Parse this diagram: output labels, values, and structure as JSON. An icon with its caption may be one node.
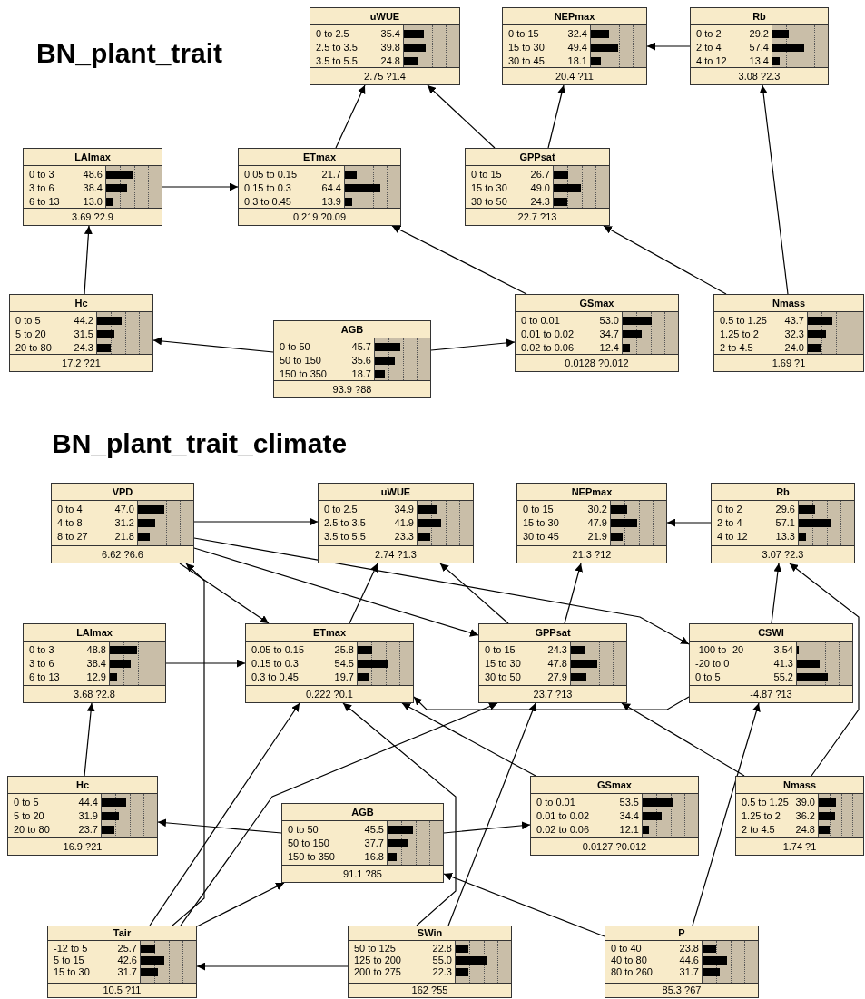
{
  "diagram": {
    "nodes": [
      {
        "text": [
          "uWUE",
          "0 to 2.5",
          "35.4",
          "2.5 to 3.5",
          "39.8",
          "3.5 to 5.5",
          "24.8",
          "2.75 ?1.4"
        ]
      },
      {
        "text": [
          "NEPmax",
          "0 to 15",
          "32.4",
          "15 to 30",
          "49.4",
          "30 to 45",
          "18.1",
          "20.4 ?11"
        ]
      },
      {
        "text": [
          "Rb",
          "0 to 2",
          "29.2",
          "2 to 4",
          "57.4",
          "4 to 12",
          "13.4",
          "3.08 ?2.3"
        ]
      },
      {
        "text": [
          "LAImax",
          "0 to 3",
          "48.6",
          "3 to 6",
          "38.4",
          "6 to 13",
          "13.0",
          "3.69 ?2.9"
        ]
      },
      {
        "text": [
          "ETmax",
          "0.05 to 0.15",
          "21.7",
          "0.15 to 0.3",
          "64.4",
          "0.3 to 0.45",
          "13.9",
          "0.219 ?0.09"
        ]
      },
      {
        "text": [
          "GPPsat",
          "0 to 15",
          "26.7",
          "15 to 30",
          "49.0",
          "30 to 50",
          "24.3",
          "22.7 ?13"
        ]
      },
      {
        "text": [
          "Hc",
          "0 to 5",
          "44.2",
          "5 to 20",
          "31.5",
          "20 to 80",
          "24.3",
          "17.2 ?21"
        ]
      },
      {
        "text": [
          "AGB",
          "0 to 50",
          "45.7",
          "50 to 150",
          "35.6",
          "150 to 350",
          "18.7",
          "93.9 ?88"
        ]
      },
      {
        "text": [
          "GSmax",
          "0 to 0.01",
          "53.0",
          "0.01 to 0.02",
          "34.7",
          "0.02 to 0.06",
          "12.4",
          "0.0128 ?0.012"
        ]
      },
      {
        "text": [
          "Nmass",
          "0.5 to 1.25",
          "43.7",
          "1.25 to 2",
          "32.3",
          "2 to 4.5",
          "24.0",
          "1.69 ?1"
        ]
      },
      {
        "text": [
          "VPD",
          "0 to 4",
          "47.0",
          "4 to 8",
          "31.2",
          "8 to 27",
          "21.8",
          "6.62 ?6.6"
        ]
      },
      {
        "text": [
          "uWUE",
          "0 to 2.5",
          "34.9",
          "2.5 to 3.5",
          "41.9",
          "3.5 to 5.5",
          "23.3",
          "2.74 ?1.3"
        ]
      },
      {
        "text": [
          "NEPmax",
          "0 to 15",
          "30.2",
          "15 to 30",
          "47.9",
          "30 to 45",
          "21.9",
          "21.3 ?12"
        ]
      },
      {
        "text": [
          "Rb",
          "0 to 2",
          "29.6",
          "2 to 4",
          "57.1",
          "4 to 12",
          "13.3",
          "3.07 ?2.3"
        ]
      },
      {
        "text": [
          "LAImax",
          "0 to 3",
          "48.8",
          "3 to 6",
          "38.4",
          "6 to 13",
          "12.9",
          "3.68 ?2.8"
        ]
      },
      {
        "text": [
          "ETmax",
          "0.05 to 0.15",
          "25.8",
          "0.15 to 0.3",
          "54.5",
          "0.3 to 0.45",
          "19.7",
          "0.222 ?0.1"
        ]
      },
      {
        "text": [
          "GPPsat",
          "0 to 15",
          "24.3",
          "15 to 30",
          "47.8",
          "30 to 50",
          "27.9",
          "23.7 ?13"
        ]
      },
      {
        "text": [
          "CSWI",
          "-100 to -20",
          "3.54",
          "-20 to 0",
          "41.3",
          "0 to 5",
          "55.2",
          "-4.87 ?13"
        ]
      },
      {
        "text": [
          "Hc",
          "0 to 5",
          "44.4",
          "5 to 20",
          "31.9",
          "20 to 80",
          "23.7",
          "16.9 ?21"
        ]
      },
      {
        "text": [
          "AGB",
          "0 to 50",
          "45.5",
          "50 to 150",
          "37.7",
          "150 to 350",
          "16.8",
          "91.1 ?85"
        ]
      },
      {
        "text": [
          "GSmax",
          "0 to 0.01",
          "53.5",
          "0.01 to 0.02",
          "34.4",
          "0.02 to 0.06",
          "12.1",
          "0.0127 ?0.012"
        ]
      },
      {
        "text": [
          "Nmass",
          "0.5 to 1.25",
          "39.0",
          "1.25 to 2",
          "36.2",
          "2 to 4.5",
          "24.8",
          "1.74 ?1"
        ]
      },
      {
        "text": [
          "Tair",
          "-12 to 5",
          "25.7",
          "5 to 15",
          "42.6",
          "15 to 30",
          "31.7",
          "10.5 ?11"
        ]
      },
      {
        "text": [
          "SWin",
          "50 to 125",
          "22.8",
          "125 to 200",
          "55.0",
          "200 to 275",
          "22.3",
          "162 ?55"
        ]
      },
      {
        "text": [
          "P",
          "0 to 40",
          "23.8",
          "40 to 80",
          "44.6",
          "80 to 260",
          "31.7",
          "85.3 ?67"
        ]
      }
    ],
    "edges": [
      {
        "from": 4,
        "to": 0,
        "arrow": "to"
      },
      {
        "from": 5,
        "to": 0,
        "arrow": "to"
      },
      {
        "from": 5,
        "to": 1,
        "arrow": "to"
      },
      {
        "from": 2,
        "to": 1,
        "arrow": "to"
      },
      {
        "from": 9,
        "to": 2,
        "arrow": "to"
      },
      {
        "from": 3,
        "to": 4,
        "arrow": "to"
      },
      {
        "from": 6,
        "to": 3,
        "arrow": "to"
      },
      {
        "from": 8,
        "to": 4,
        "arrow": "to"
      },
      {
        "from": 9,
        "to": 5,
        "arrow": "to"
      },
      {
        "from": 7,
        "to": 6,
        "arrow": "to"
      },
      {
        "from": 7,
        "to": 8,
        "arrow": "to"
      },
      {
        "from": 10,
        "to": 11,
        "arrow": "to"
      },
      {
        "from": 10,
        "to": 15,
        "arrow": "to"
      },
      {
        "from": 10,
        "to": 16,
        "arrow": "to"
      },
      {
        "from": 10,
        "to": 17,
        "arrow": "to"
      },
      {
        "from": 15,
        "to": 11,
        "arrow": "to"
      },
      {
        "from": 16,
        "to": 11,
        "arrow": "to"
      },
      {
        "from": 16,
        "to": 12,
        "arrow": "to"
      },
      {
        "from": 13,
        "to": 12,
        "arrow": "to"
      },
      {
        "from": 17,
        "to": 13,
        "arrow": "to"
      },
      {
        "from": 21,
        "to": 13,
        "arrow": "to"
      },
      {
        "from": 14,
        "to": 15,
        "arrow": "to"
      },
      {
        "from": 17,
        "to": 15,
        "arrow": "to"
      },
      {
        "from": 18,
        "to": 14,
        "arrow": "to"
      },
      {
        "from": 22,
        "to": 10,
        "arrow": "to"
      },
      {
        "from": 19,
        "to": 18,
        "arrow": "to"
      },
      {
        "from": 19,
        "to": 20,
        "arrow": "to"
      },
      {
        "from": 20,
        "to": 15,
        "arrow": "to"
      },
      {
        "from": 21,
        "to": 16,
        "arrow": "to"
      },
      {
        "from": 22,
        "to": 15,
        "arrow": "to"
      },
      {
        "from": 22,
        "to": 16,
        "arrow": "to"
      },
      {
        "from": 23,
        "to": 15,
        "arrow": "to"
      },
      {
        "from": 23,
        "to": 16,
        "arrow": "to"
      },
      {
        "from": 23,
        "to": 22,
        "arrow": "to"
      },
      {
        "from": 24,
        "to": 19,
        "arrow": "to"
      },
      {
        "from": 24,
        "to": 17,
        "arrow": "to"
      },
      {
        "from": 22,
        "to": 19,
        "arrow": "to"
      }
    ],
    "labels": [
      "BN_plant_trait",
      "BN_plant_trait_climate"
    ]
  }
}
